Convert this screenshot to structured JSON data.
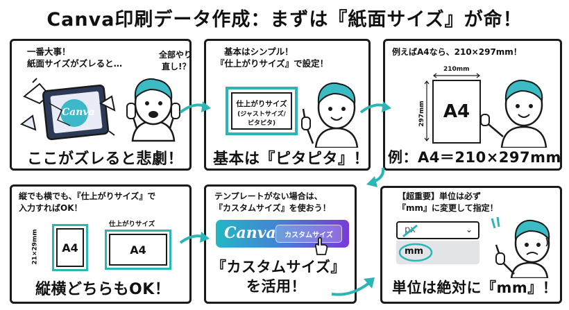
{
  "title": "Canva印刷データ作成：まずは『紙面サイズ』が命！",
  "panels": {
    "p1": {
      "caption_line1": "一番大事！",
      "caption_line2": "紙面サイズがズレると…",
      "speech_line1": "全部やり",
      "speech_line2": "直し!？",
      "canva_logo": "Canva",
      "headline": "ここがズレると悲劇！"
    },
    "p2": {
      "caption_line1": "基本はシンプル！",
      "caption_line2": "『仕上がりサイズ』で設定！",
      "box_line1": "仕上がりサイズ",
      "box_line2": "(ジャストサイズ/",
      "box_line3": "ピタピタ)",
      "headline": "基本は『ピタピタ』！"
    },
    "p3": {
      "caption": "例えばA4なら、210×297mm！",
      "width_label": "210mm",
      "height_label": "297mm",
      "paper_label": "A4",
      "headline": "例：A4＝210×297mm"
    },
    "p4": {
      "caption_line1": "縦でも横でも、『仕上がりサイズ』で",
      "caption_line2": "入力すればOK！",
      "portrait_dim": "21×29mm",
      "portrait_label": "A4",
      "landscape_caption": "仕上がりサイズ",
      "landscape_label": "A4",
      "headline": "縦横どちらもOK！"
    },
    "p5": {
      "caption_line1": "テンプレートがない場合は、",
      "caption_line2": "『カスタムサイズ』を使おう！",
      "canva_logo": "Canva",
      "custom_button": "カスタムサイズ",
      "headline_line1": "『カスタムサイズ』",
      "headline_line2": "を活用！"
    },
    "p6": {
      "caption_line1": "【超重要】単位は必ず",
      "caption_line2": "『mm』に変更して指定！",
      "dropdown_value": "px",
      "option_selected": "mm",
      "headline": "単位は絶対に『mm』！"
    }
  },
  "colors": {
    "accent": "#2bb5b5",
    "ink": "#1a1a1a",
    "canva_start": "#22b7c4",
    "canva_end": "#7a3ad8"
  }
}
